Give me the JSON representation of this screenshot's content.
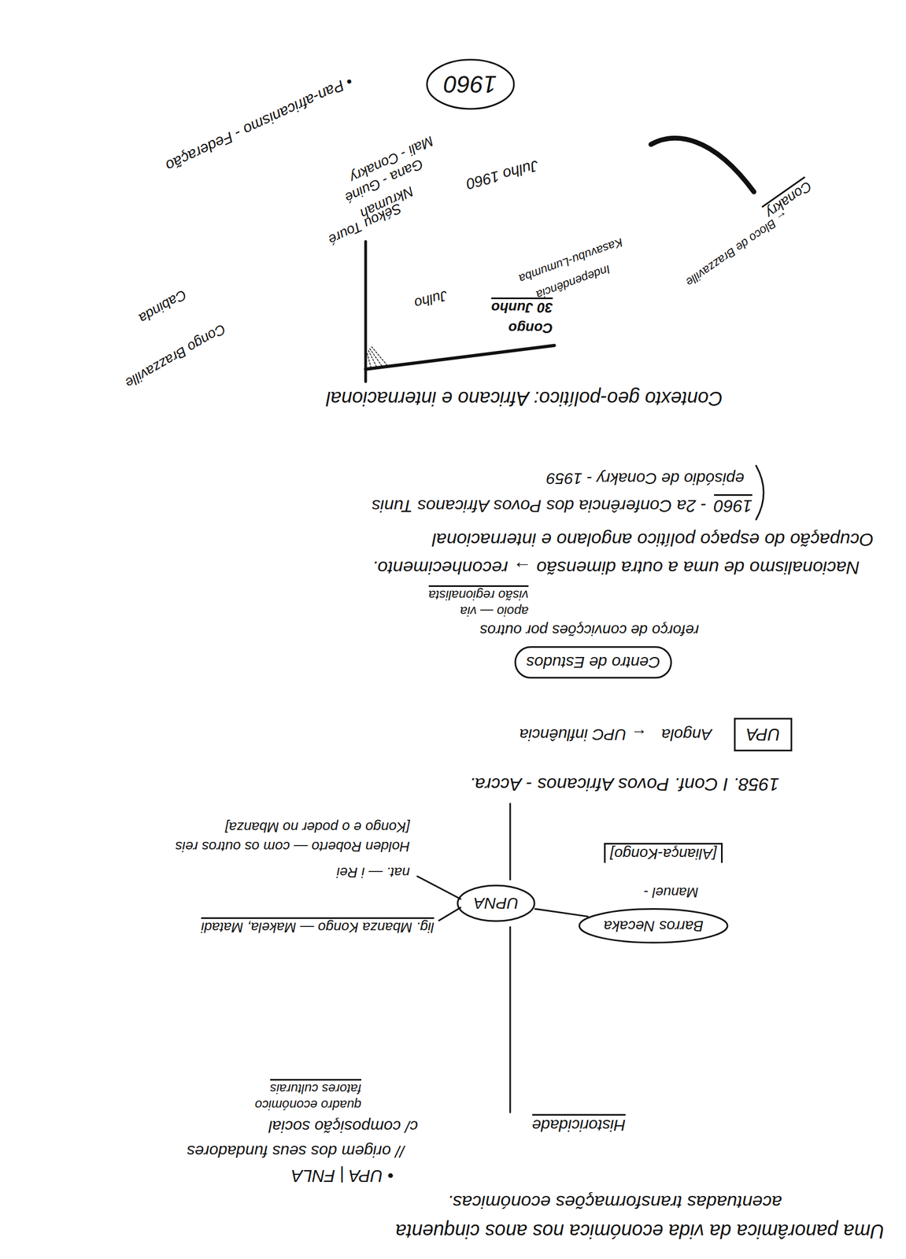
{
  "diagram": {
    "nodes": [
      {
        "text": [
          "Barros Necaka"
        ]
      },
      {
        "text": [
          "UPNA"
        ]
      },
      {
        "text": [
          "UPA"
        ]
      },
      {
        "text": [
          "Centro de Estudos"
        ]
      },
      {
        "text": [
          "1960"
        ]
      }
    ],
    "edges": [
      {
        "from": 0,
        "to": 1,
        "arrow": "none"
      }
    ],
    "labels": [
      "Uma panorâmica da vida económica nos anos cinquenta",
      "acentuadas transformações económicas.",
      "• UPA | FNLA",
      "// origem dos seus fundadores",
      "Historicidade",
      "c/ composição social",
      "quadro económico",
      "fatores culturais",
      "Manuel -",
      "[Aliança-Kongo]",
      "lig. Mbanza Kongo — Makela, Matadi",
      "nat. — i Rei",
      "Holden Roberto — com os outros reis",
      "[Kongo e o poder no Mbanza]",
      "1958. I Conf. Povos Africanos - Accra.",
      "Angola",
      "← UPC influência",
      "reforço de convicções por outros",
      "apoio — via",
      "visão regionalista",
      "Nacionalismo de uma a outra dimensão → reconhecimento.",
      "Ocupação do espaço político angolano e internacional",
      "1960",
      "- 2a Conferência dos Povos Africanos Tunis",
      "episódio de Conakry - 1959",
      "Contexto geo-político: Africano e internacional",
      "Congo",
      "30 Junho",
      "Independência",
      "Kasavubu-Lumumba",
      "Julho",
      "Julho 1960",
      "← Bloco de Brazzaville",
      "Conakry",
      "Sékou Touré",
      "Nkrumah",
      "Gana - Guiné",
      "Mali - Conakry",
      "• Pan-africanismo - Federação",
      "Congo Brazzaville",
      "Cabinda"
    ]
  }
}
